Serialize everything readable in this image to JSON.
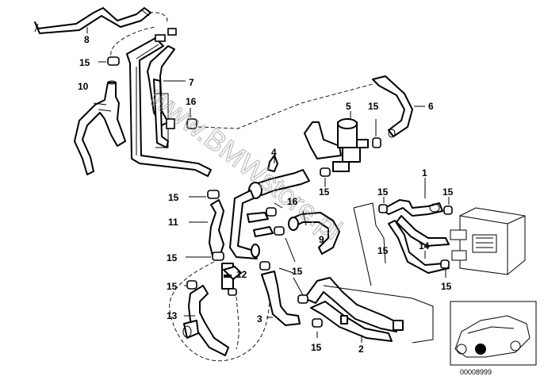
{
  "diagram": {
    "part_labels": [
      "8",
      "15",
      "10",
      "7",
      "16",
      "5",
      "15",
      "6",
      "4",
      "15",
      "1",
      "15",
      "15",
      "16",
      "15",
      "11",
      "9",
      "14",
      "15",
      "15",
      "15",
      "12",
      "15",
      "15",
      "13",
      "3",
      "15",
      "2"
    ],
    "watermark": "www.BMWstore.pl",
    "reference_code": "00008999"
  }
}
